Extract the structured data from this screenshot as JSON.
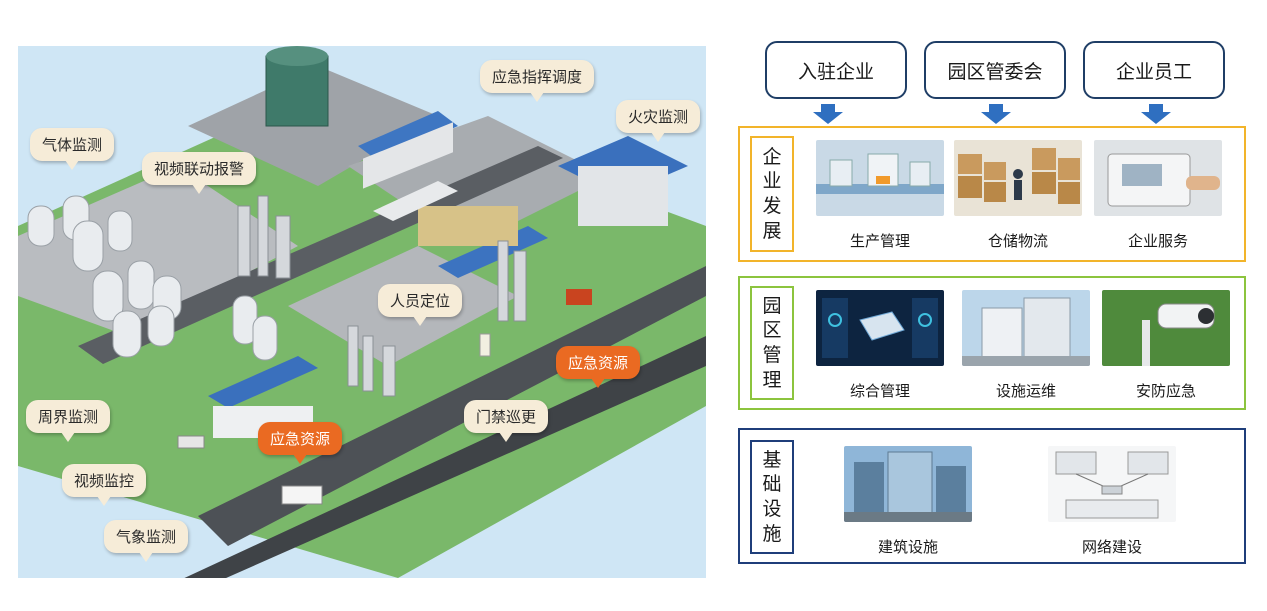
{
  "map": {
    "callouts": {
      "emergency_dispatch": "应急指挥调度",
      "fire_monitor": "火灾监测",
      "gas_monitor": "气体监测",
      "video_linkage_alarm": "视频联动报警",
      "personnel_location": "人员定位",
      "emergency_source_a": "应急资源",
      "perimeter_monitor": "周界监测",
      "gate_patrol": "门禁巡更",
      "video_surveillance": "视频监控",
      "emergency_source_b": "应急资源",
      "weather_monitor": "气象监测"
    }
  },
  "roles": [
    "入驻企业",
    "园区管委会",
    "企业员工"
  ],
  "sections": {
    "enterprise": {
      "label": [
        "企",
        "业",
        "发",
        "展"
      ],
      "tiles": [
        "生产管理",
        "仓储物流",
        "企业服务"
      ]
    },
    "park": {
      "label": [
        "园",
        "区",
        "管",
        "理"
      ],
      "tiles": [
        "综合管理",
        "设施运维",
        "安防应急"
      ]
    },
    "infra": {
      "label": [
        "基",
        "础",
        "设",
        "施"
      ],
      "tiles": [
        "建筑设施",
        "网络建设"
      ]
    }
  },
  "colors": {
    "role_border": "#1f3e66",
    "arrow": "#2f6fc0",
    "enterprise": "#f2b42a",
    "park": "#8cc43e",
    "infra": "#1f3e7a",
    "emergency": "#ea6a22"
  }
}
